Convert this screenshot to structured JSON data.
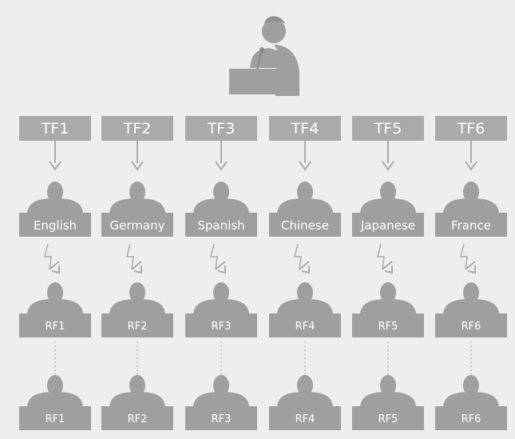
{
  "booths": [
    {
      "tf": "TF1",
      "language": "English",
      "rf": "RF1"
    },
    {
      "tf": "TF2",
      "language": "Germany",
      "rf": "RF2"
    },
    {
      "tf": "TF3",
      "language": "Spanish",
      "rf": "RF3"
    },
    {
      "tf": "TF4",
      "language": "Chinese",
      "rf": "RF4"
    },
    {
      "tf": "TF5",
      "language": "Japanese",
      "rf": "RF5"
    },
    {
      "tf": "TF6",
      "language": "France",
      "rf": "RF6"
    }
  ],
  "colors": {
    "figure": "#9f9f9f",
    "box": "#aaaaaa",
    "arrow": "#aaaaaa",
    "background": "#eeeeee",
    "text": "#ffffff"
  }
}
